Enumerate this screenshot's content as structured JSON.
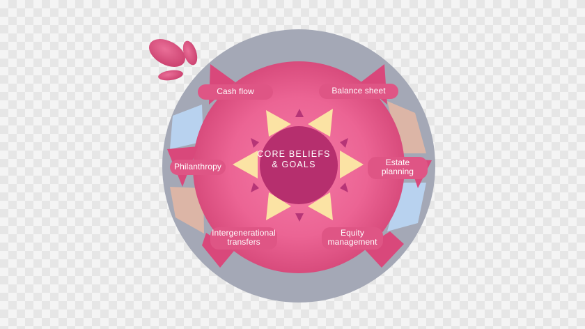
{
  "center": {
    "line1": "CORE BELIEFS",
    "line2": "& GOALS"
  },
  "nodes": [
    {
      "key": "cash_flow",
      "line1": "Cash flow",
      "line2": ""
    },
    {
      "key": "balance_sheet",
      "line1": "Balance sheet",
      "line2": ""
    },
    {
      "key": "estate_planning",
      "line1": "Estate",
      "line2": "planning"
    },
    {
      "key": "equity_management",
      "line1": "Equity",
      "line2": "management"
    },
    {
      "key": "intergenerational_transfers",
      "line1": "Intergenerational",
      "line2": "transfers"
    },
    {
      "key": "philanthropy",
      "line1": "Philanthropy",
      "line2": ""
    }
  ],
  "colors": {
    "ring": "#a4a8b6",
    "inner_core": "#f06a9c",
    "inner_edge": "#d84d7e",
    "label_pill": "#df5585",
    "arrow": "#d9487b",
    "center_circle": "#b62f6e",
    "sun_rays": "#fbe3a4",
    "small_triangles": "#b63577",
    "blue_segment": "#b8d2ef",
    "tan_segment": "#dcb5a6",
    "splash": "#db4d7c"
  }
}
